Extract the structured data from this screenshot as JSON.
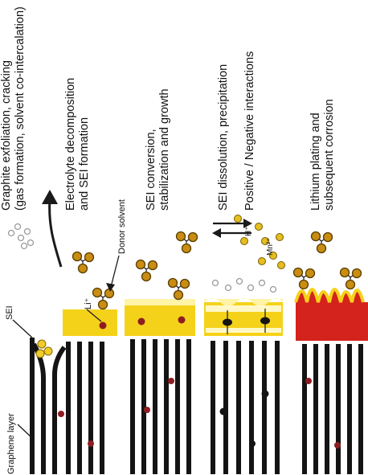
{
  "labels": {
    "sei": "SEI",
    "li": "Li⁺",
    "graphene_layer": "Graphene layer",
    "donor_solvent": "Donor solvent",
    "h_plus": "H⁺",
    "mn_2plus": "Mn²⁺"
  },
  "stages": [
    {
      "line1": "Graphite exfoliation, cracking",
      "line2": "(gas formation, solvent co-intercalation)"
    },
    {
      "line1": "Electrolyte decomposition",
      "line2": "and SEI formation"
    },
    {
      "line1": "SEI conversion,",
      "line2": "stabilization and growth"
    },
    {
      "line1": "SEI dissolution, precipitation",
      "line2": "Positive / Negative interactions"
    },
    {
      "line1": "Lithium plating and",
      "line2": "subsequent corrosion"
    }
  ],
  "colors": {
    "graphene": "#141414",
    "sei": "#f5d21a",
    "sei_light": "#fff3a6",
    "plating": "#d4231c",
    "solvent": "#c88d12",
    "li_ion": "#8e1d22",
    "arrow": "#1a1a1a",
    "gas": "#9a9a9a"
  }
}
